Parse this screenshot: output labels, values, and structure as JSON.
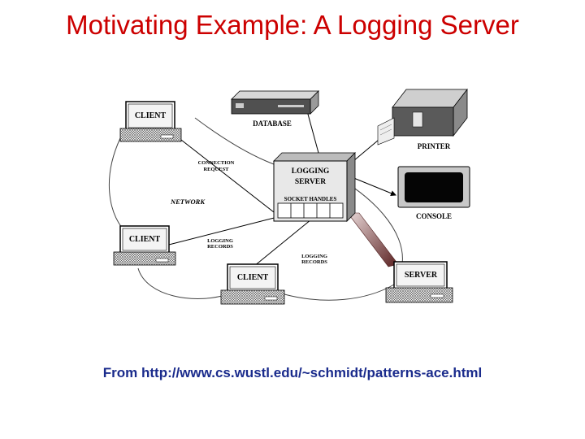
{
  "slide": {
    "title": "Motivating Example: A Logging Server",
    "source": "From http://www.cs.wustl.edu/~schmidt/patterns-ace.html"
  },
  "diagram": {
    "clients": [
      "CLIENT",
      "CLIENT",
      "CLIENT"
    ],
    "database": "DATABASE",
    "printer": "PRINTER",
    "console": "CONSOLE",
    "server": "SERVER",
    "logging_server_line1": "LOGGING",
    "logging_server_line2": "SERVER",
    "socket_handles": "SOCKET HANDLES",
    "network": "NETWORK",
    "connection_request_line1": "CONNECTION",
    "connection_request_line2": "REQUEST",
    "logging_records_a_line1": "LOGGING",
    "logging_records_a_line2": "RECORDS",
    "logging_records_b_line1": "LOGGING",
    "logging_records_b_line2": "RECORDS"
  },
  "colors": {
    "title": "#cc0000",
    "source": "#1a2b8c",
    "beam": "#7a3b3b"
  }
}
